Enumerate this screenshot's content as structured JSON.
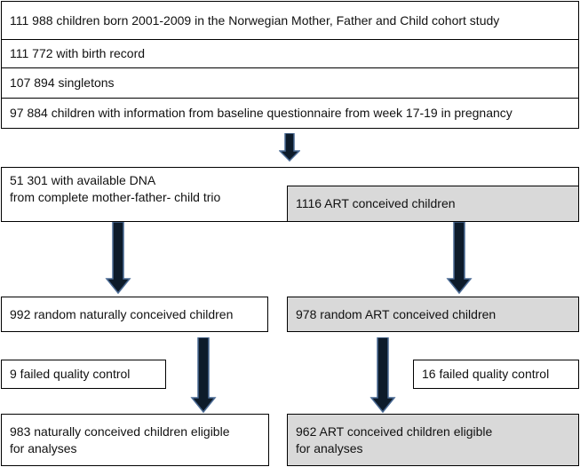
{
  "colors": {
    "box_border": "#000000",
    "grey_fill": "#d9d9d9",
    "arrow_fill": "#0d1b2a",
    "arrow_outline": "#4a6a94"
  },
  "cohort": {
    "step1": "111 988 children born 2001-2009 in the Norwegian Mother, Father and Child cohort study",
    "step2": "111 772 with birth record",
    "step3": "107 894 singletons",
    "step4": "97 884 children with information from baseline questionnaire from week 17-19 in pregnancy"
  },
  "dna": {
    "line1": "51 301 with available DNA",
    "line2": "from complete mother-father- child trio"
  },
  "art": {
    "conceived": "1116 ART conceived children",
    "random": "978 random ART conceived children",
    "failed": "16 failed quality control",
    "eligible_line1": "962 ART conceived children eligible",
    "eligible_line2": "for analyses"
  },
  "natural": {
    "random": "992 random naturally conceived children",
    "failed": "9 failed quality control",
    "eligible_line1": "983 naturally conceived children eligible",
    "eligible_line2": "for analyses"
  }
}
